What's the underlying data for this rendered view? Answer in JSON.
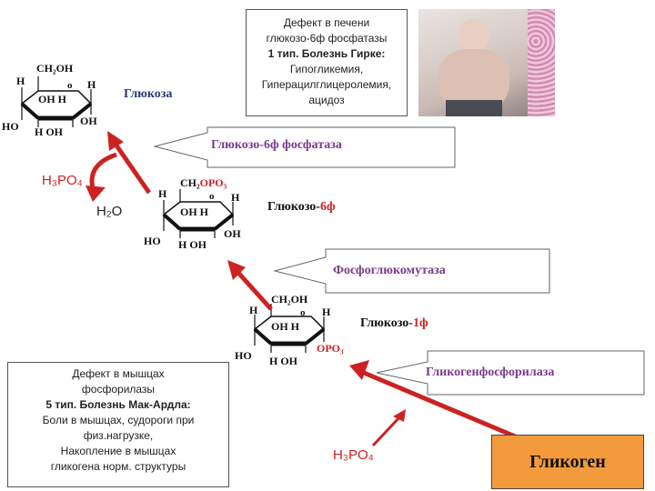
{
  "defects": {
    "liver": {
      "line1": "Дефект в печени",
      "line2": "глюкозо-6ф фосфатазы",
      "disease": "1 тип. Болезнь Гирке:",
      "symptom1": "Гипогликемия,",
      "symptom2": "Гиперацилглицеролемия,",
      "symptom3": "ацидоз"
    },
    "muscle": {
      "line1": "Дефект в мышцах",
      "line2": "фосфорилазы",
      "disease": "5 тип. Болезнь Мак-Ардла:",
      "symptom1": "Боли в мышцах, судороги при",
      "symptom2": "физ.нагрузке,",
      "symptom3": "Накопление в мышцах",
      "symptom4": "гликогена норм. структуры"
    }
  },
  "enzymes": {
    "g6pase": "Глюкозо-6ф фосфатаза",
    "pgm": "Фосфоглюкомутаза",
    "phosphorylase": "Гликогенфосфорилаза"
  },
  "compounds": {
    "glucose": {
      "name": "Глюкоза",
      "c6": "CH₂OH"
    },
    "g6p": {
      "name_prefix": "Глюкозо-",
      "name_suffix": "6ф",
      "c6_prefix": "CH₂",
      "c6_suffix": "OPO₃"
    },
    "g1p": {
      "name_prefix": "Глюкозо-",
      "name_suffix": "1ф",
      "c6": "CH₂OH",
      "c1_group": "OPO₃"
    },
    "glycogen": "Гликоген"
  },
  "ring": {
    "h": "H",
    "o": "o",
    "ho": "HO",
    "oh": "OH",
    "ohh": "OH H",
    "hoh": "H  OH"
  },
  "reagents": {
    "phosphate_top": "H₃PO₄",
    "water": "H₂O",
    "phosphate_bottom": "H₃PO₄"
  },
  "colors": {
    "arrow_red": "#cc2222",
    "enzyme_text": "#7a3b8c",
    "glycogen_fill": "#f39a3c"
  }
}
